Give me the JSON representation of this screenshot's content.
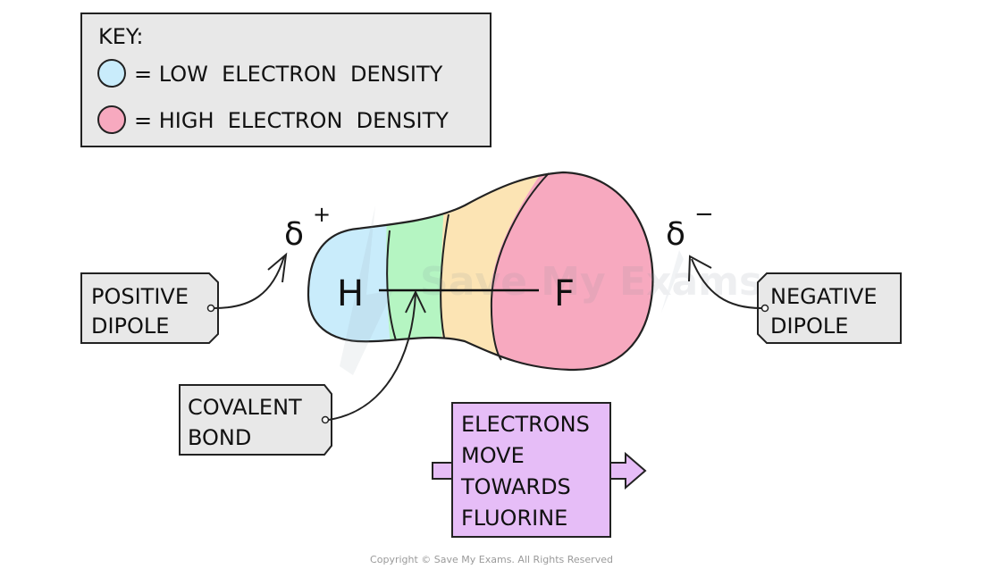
{
  "key": {
    "title": "KEY:",
    "low_label": "= LOW  ELECTRON  DENSITY",
    "high_label": "= HIGH  ELECTRON  DENSITY",
    "low_color": "#c9ecfb",
    "high_color": "#f7a9bf"
  },
  "molecule": {
    "atom_left": "H",
    "atom_right": "F",
    "charge_left_symbol": "δ",
    "charge_left_sign": "+",
    "charge_right_symbol": "δ",
    "charge_right_sign": "−",
    "region_colors": [
      "#c9ecfb",
      "#b5f5c2",
      "#fce4b4",
      "#f7a9bf"
    ]
  },
  "labels": {
    "positive_line1": "POSITIVE",
    "positive_line2": "DIPOLE",
    "negative_line1": "NEGATIVE",
    "negative_line2": "DIPOLE",
    "bond_line1": "COVALENT",
    "bond_line2": "BOND"
  },
  "arrow_box": {
    "line1": "ELECTRONS",
    "line2": "MOVE",
    "line3": "TOWARDS",
    "line4": "FLUORINE",
    "fill": "#e6bdf7"
  },
  "watermark": "Save My Exams",
  "copyright": "Copyright © Save My Exams. All Rights Reserved"
}
